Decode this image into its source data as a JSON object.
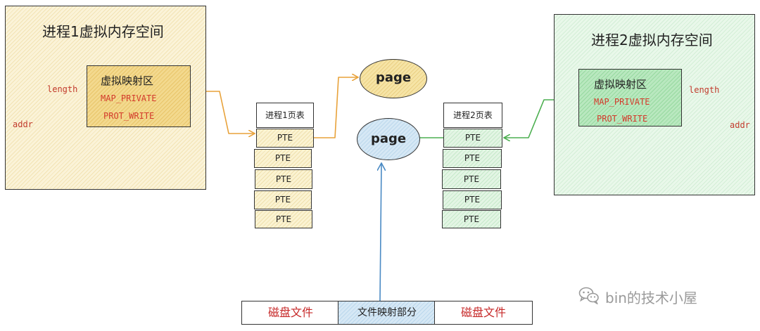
{
  "process1": {
    "title": "进程1虚拟内存空间",
    "vma": {
      "title": "虚拟映射区",
      "flag1": "MAP_PRIVATE",
      "flag2": "PROT_WRITE"
    },
    "length_label": "length",
    "addr_label": "addr"
  },
  "process2": {
    "title": "进程2虚拟内存空间",
    "vma": {
      "title": "虚拟映射区",
      "flag1": "MAP_PRIVATE",
      "flag2": "PROT_WRITE"
    },
    "length_label": "length",
    "addr_label": "addr"
  },
  "page_table1": {
    "title": "进程1页表",
    "entries": [
      "PTE",
      "PTE",
      "PTE",
      "PTE",
      "PTE"
    ]
  },
  "page_table2": {
    "title": "进程2页表",
    "entries": [
      "PTE",
      "PTE",
      "PTE",
      "PTE",
      "PTE"
    ]
  },
  "pages": {
    "top": "page",
    "bottom": "page"
  },
  "file": {
    "left": "磁盘文件",
    "mapped": "文件映射部分",
    "right": "磁盘文件"
  },
  "watermark": {
    "text": "bin的技术小屋",
    "icon": "wechat-icon"
  },
  "colors": {
    "process1_fill": "#fbf3d8",
    "process2_fill": "#e9f8ea",
    "orange_arrow": "#e8a23a",
    "green_arrow": "#4caf50",
    "blue_arrow": "#4a8ac4",
    "red_arrow": "#d9473a",
    "flag_text": "#d33b2c"
  }
}
